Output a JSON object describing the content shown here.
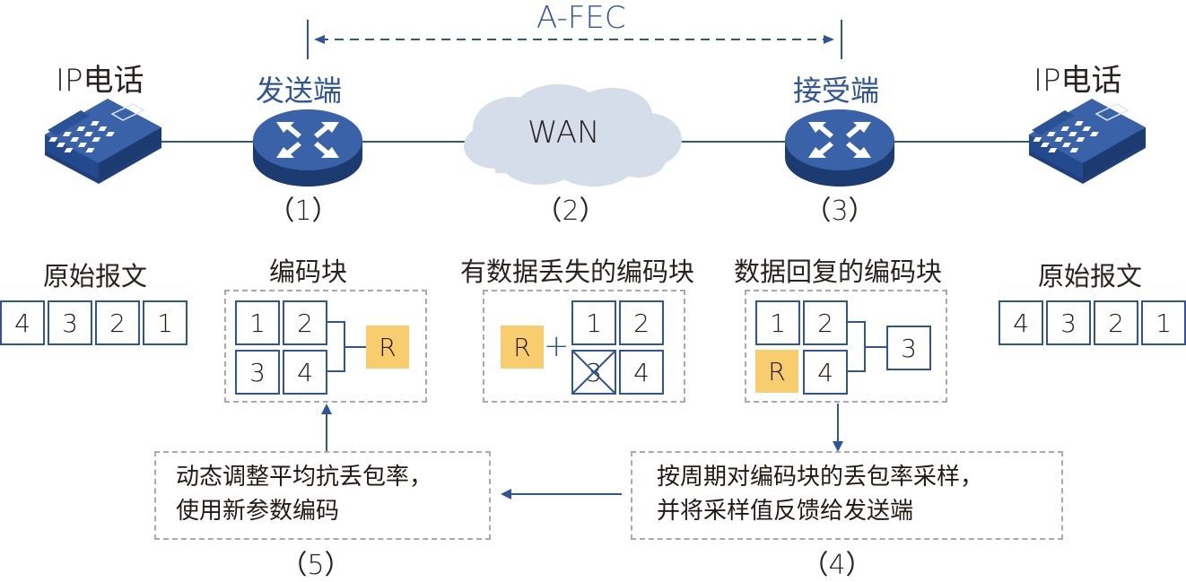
{
  "afec_label": "A-FEC",
  "topology": {
    "left_phone_label": "IP电话",
    "right_phone_label": "IP电话",
    "sender_label": "发送端",
    "receiver_label": "接受端",
    "wan_label": "WAN",
    "step1": "（1）",
    "step2": "（2）",
    "step3": "（3）"
  },
  "original_left": {
    "title": "原始报文",
    "cells": [
      "4",
      "3",
      "2",
      "1"
    ]
  },
  "original_right": {
    "title": "原始报文",
    "cells": [
      "4",
      "3",
      "2",
      "1"
    ]
  },
  "encoded_block": {
    "title": "编码块",
    "cells": [
      "1",
      "2",
      "3",
      "4"
    ],
    "redundancy": "R"
  },
  "lost_block": {
    "title": "有数据丢失的编码块",
    "redundancy": "R",
    "plus": "+",
    "cells": [
      "1",
      "2",
      "3",
      "4"
    ],
    "lost_cell": "3"
  },
  "recovered_block": {
    "title": "数据回复的编码块",
    "cells": [
      "1",
      "2",
      "R",
      "4"
    ],
    "recovered": "3"
  },
  "step4_box": {
    "line1": "按周期对编码块的丢包率采样，",
    "line2": "并将采样值反馈给发送端",
    "step": "（4）"
  },
  "step5_box": {
    "line1": "动态调整平均抗丢包率，",
    "line2": "使用新参数编码",
    "step": "（5）"
  },
  "colors": {
    "accent": "#2f5597",
    "device": "#2e5597",
    "redundancy": "#f7cd6e",
    "cloud": "#d5dcea",
    "dash": "#a9a9a9"
  }
}
